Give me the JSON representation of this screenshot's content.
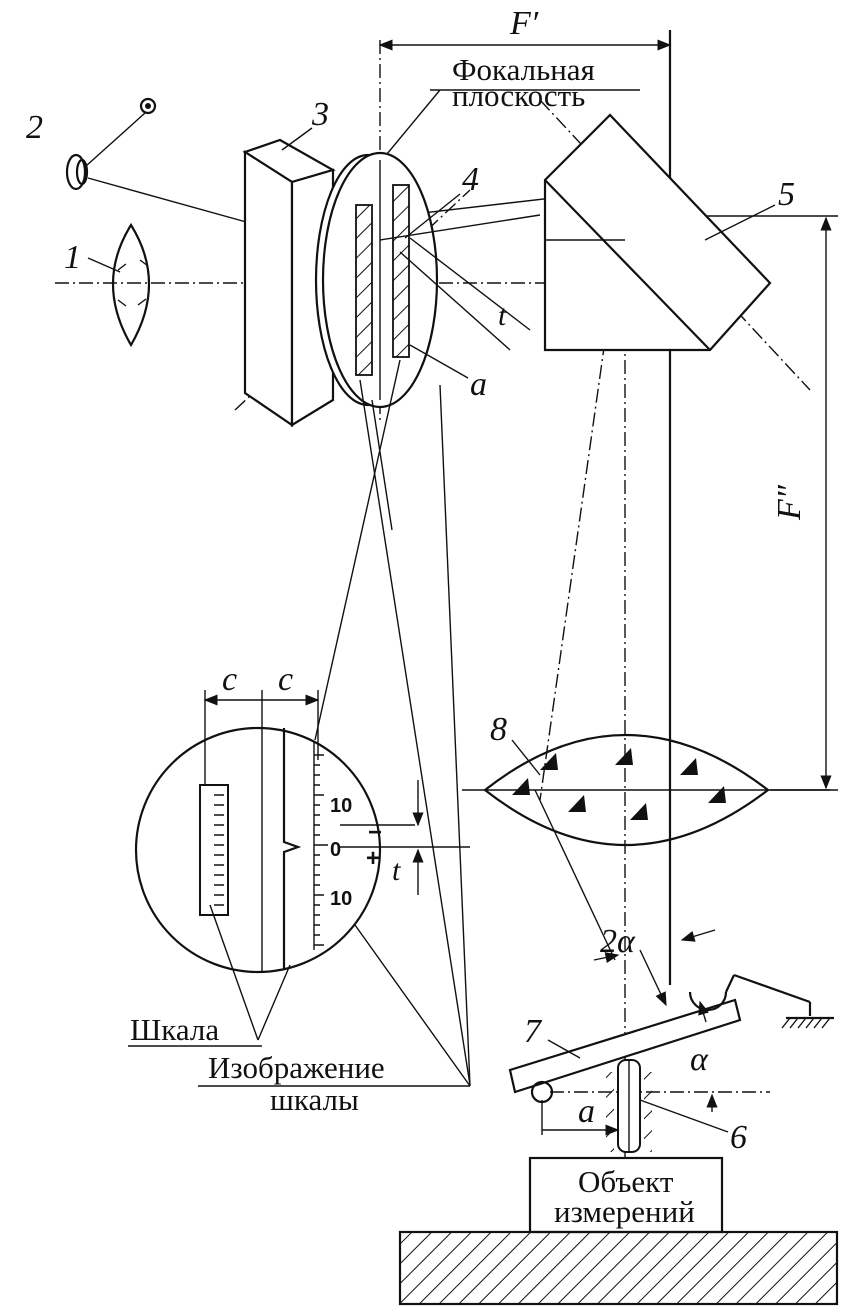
{
  "dimensions": {
    "f_prime": "F′",
    "f_double_prime": "F″"
  },
  "labels": {
    "focal_plane_line1": "Фокальная",
    "focal_plane_line2": "плоскость",
    "scale": "Шкала",
    "scale_image_line1": "Изображение",
    "scale_image_line2": "шкалы",
    "object_line1": "Объект",
    "object_line2": "измерений"
  },
  "callouts": [
    "1",
    "2",
    "3",
    "4",
    "5",
    "6",
    "7",
    "8"
  ],
  "symbols": {
    "a": "a",
    "c": "c",
    "t": "t",
    "alpha": "α",
    "two_alpha": "2α"
  },
  "scale_readings": {
    "top": "10",
    "zero": "0",
    "bottom": "10",
    "minus": "−",
    "plus": "+"
  },
  "colors": {
    "ink": "#111111",
    "paper": "#ffffff"
  }
}
